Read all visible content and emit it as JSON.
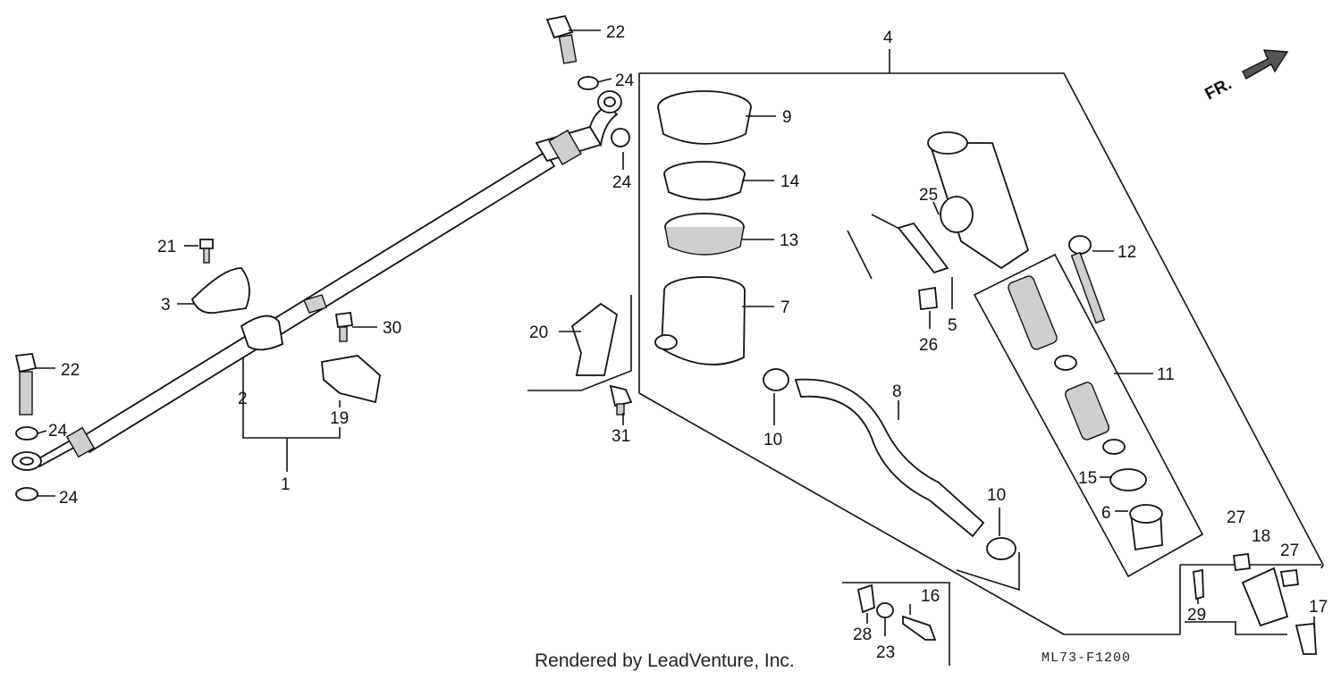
{
  "diagram": {
    "direction_label": "FR.",
    "credit": "Rendered by LeadVenture, Inc.",
    "code": "ML73-F1200",
    "callouts": [
      "1",
      "2",
      "3",
      "4",
      "5",
      "6",
      "7",
      "8",
      "9",
      "10",
      "11",
      "12",
      "13",
      "14",
      "15",
      "16",
      "17",
      "18",
      "19",
      "20",
      "21",
      "22",
      "23",
      "24",
      "25",
      "26",
      "27",
      "28",
      "29",
      "30",
      "31"
    ]
  }
}
